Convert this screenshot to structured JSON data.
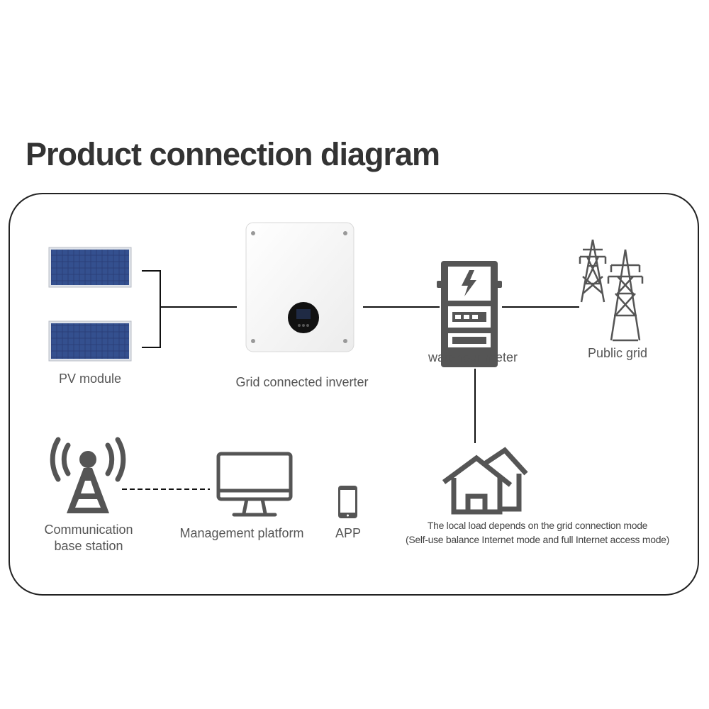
{
  "title": "Product connection diagram",
  "nodes": {
    "pv_module": "PV module",
    "inverter": "Grid connected inverter",
    "meter": "watt-hour meter",
    "grid": "Public grid",
    "base_station_line1": "Communication",
    "base_station_line2": "base station",
    "management": "Management platform",
    "app": "APP",
    "local_load_line1": "The local load depends on the grid connection mode",
    "local_load_line2": "(Self-use balance Internet mode and full Internet access mode)"
  },
  "colors": {
    "line": "#111111",
    "icon": "#555555",
    "panel_blue": "#2b3f7a",
    "frame": "#222222"
  }
}
